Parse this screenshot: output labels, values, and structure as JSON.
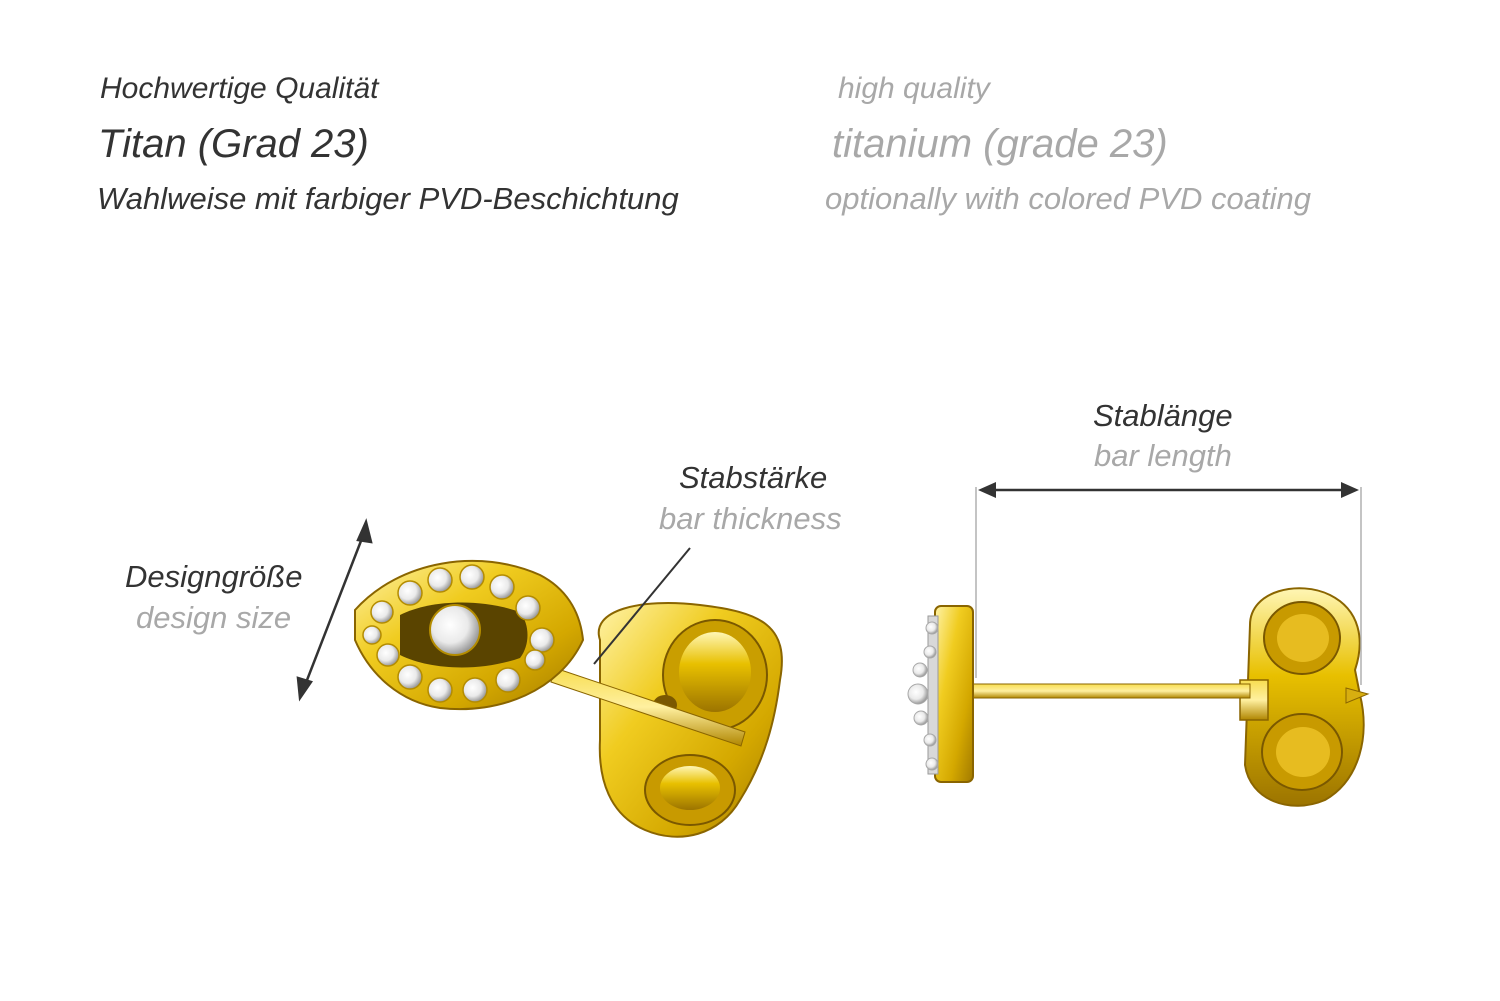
{
  "header": {
    "line1": {
      "de": "Hochwertige Qualität",
      "en": "high quality"
    },
    "line2": {
      "de": "Titan (Grad 23)",
      "en": "titanium (grade 23)"
    },
    "line3": {
      "de": "Wahlweise mit farbiger PVD-Beschichtung",
      "en": "optionally with colored PVD coating"
    }
  },
  "dimensions": {
    "design_size": {
      "de": "Designgröße",
      "en": "design size"
    },
    "bar_thickness": {
      "de": "Stabstärke",
      "en": "bar thickness"
    },
    "bar_length": {
      "de": "Stablänge",
      "en": "bar length"
    }
  },
  "colors": {
    "german_text": "#333333",
    "english_text": "#a8a8a8",
    "gold_light": "#fff1a0",
    "gold_mid": "#e2b800",
    "gold_dark": "#a07800",
    "stone": "#f3f3f3"
  }
}
